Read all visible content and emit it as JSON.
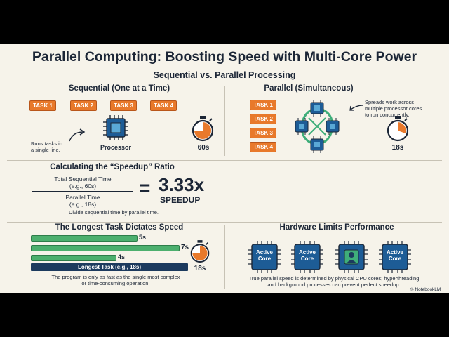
{
  "title": "Parallel Computing: Boosting Speed with Multi-Core Power",
  "subtitle": "Sequential vs. Parallel Processing",
  "sequential": {
    "heading": "Sequential (One at a Time)",
    "tasks": [
      "TASK 1",
      "TASK 2",
      "TASK 3",
      "TASK 4"
    ],
    "note_line1": "Runs tasks in",
    "note_line2": "a single line.",
    "processor_label": "Processor",
    "time": "60s"
  },
  "parallel": {
    "heading": "Parallel (Simultaneous)",
    "tasks": [
      "TASK 1",
      "TASK 2",
      "TASK 3",
      "TASK 4"
    ],
    "note_line1": "Spreads work across",
    "note_line2": "multiple processor cores",
    "note_line3": "to run concurrently.",
    "time": "18s"
  },
  "speedup": {
    "heading": "Calculating the “Speedup” Ratio",
    "numerator_line1": "Total Sequential Time",
    "numerator_line2": "(e.g., 60s)",
    "denominator_line1": "Parallel Time",
    "denominator_line2": "(e.g., 18s)",
    "equals": "=",
    "value": "3.33x",
    "value_label": "SPEEDUP",
    "caption": "Divide sequential time by parallel time."
  },
  "longest": {
    "heading": "The Longest Task Dictates Speed",
    "bars": [
      {
        "label": "5s",
        "seconds": 5
      },
      {
        "label": "7s",
        "seconds": 7
      },
      {
        "label": "4s",
        "seconds": 4
      }
    ],
    "longest_label": "Longest Task (e.g., 18s)",
    "time": "18s",
    "caption_line1": "The program is only as fast as the single most complex",
    "caption_line2": "or time-consuming operation."
  },
  "hardware": {
    "heading": "Hardware Limits Performance",
    "core_line1": "Active",
    "core_line2": "Core",
    "caption_line1": "True parallel speed is determined by physical CPU cores; hyperthreading",
    "caption_line2": "and background processes can prevent perfect speedup."
  },
  "brand": "NotebookLM",
  "colors": {
    "task": "#e8792b",
    "chip": "#1d5c96",
    "bar": "#4caf6e",
    "navy": "#1c3a5e"
  }
}
